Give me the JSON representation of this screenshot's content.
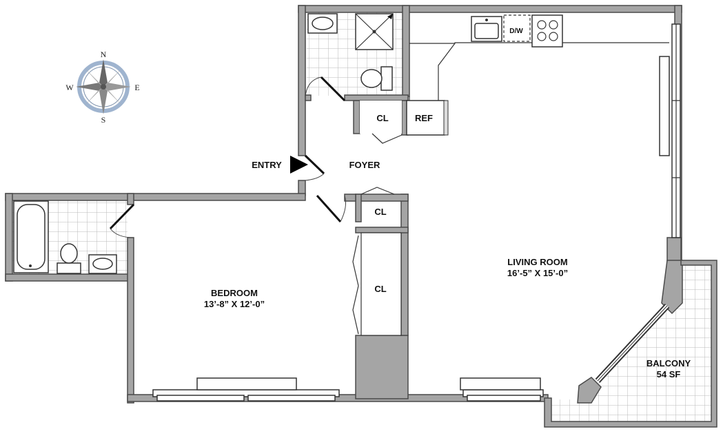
{
  "compass": {
    "north": "N",
    "south": "S",
    "east": "E",
    "west": "W"
  },
  "rooms": {
    "entry": "ENTRY",
    "foyer": "FOYER",
    "living_room": {
      "name": "LIVING ROOM",
      "dims": "16’-5” X 15’-0”"
    },
    "bedroom": {
      "name": "BEDROOM",
      "dims": "13’-8” X 12’-0”"
    },
    "balcony": {
      "name": "BALCONY",
      "area": "54 SF"
    }
  },
  "closets": {
    "upper": "CL",
    "middle": "CL",
    "lower": "CL"
  },
  "appliances": {
    "refrigerator": "REF",
    "dishwasher": "D/W"
  },
  "colors": {
    "wall": "#a5a5a5",
    "tile": "#b9b9b9",
    "compass_ring": "#9fb4cf"
  }
}
